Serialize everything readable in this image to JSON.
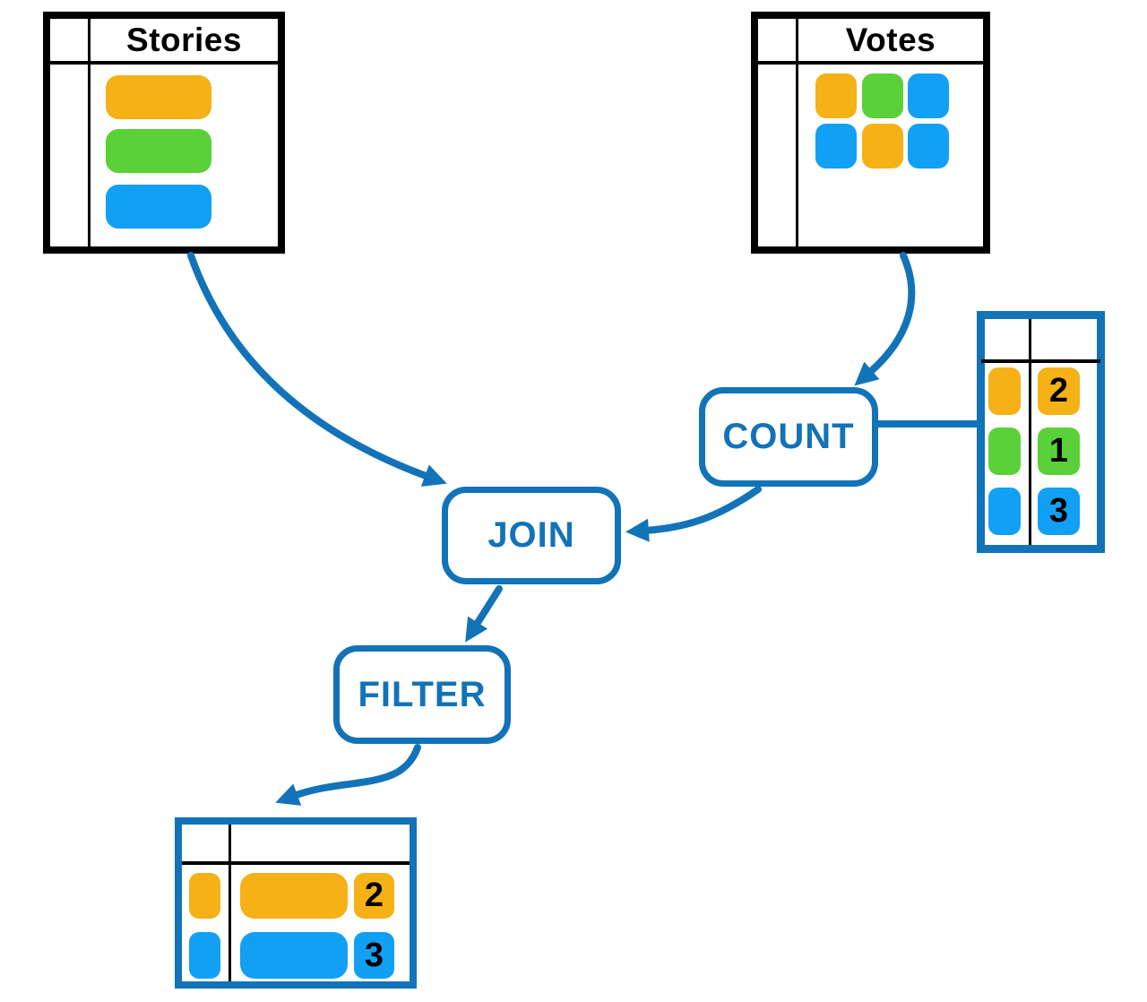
{
  "palette": {
    "orange": "#F5B116",
    "green": "#5BD139",
    "blue": "#12A0F5",
    "stroke-blue": "#1273B8",
    "table-border-black": "#000000",
    "background": "#FFFFFF"
  },
  "tables": {
    "stories": {
      "title": "Stories",
      "rows": [
        {
          "color": "orange"
        },
        {
          "color": "green"
        },
        {
          "color": "blue"
        }
      ]
    },
    "votes": {
      "title": "Votes",
      "cells": [
        {
          "color": "orange"
        },
        {
          "color": "green"
        },
        {
          "color": "blue"
        },
        {
          "color": "blue"
        },
        {
          "color": "orange"
        },
        {
          "color": "blue"
        }
      ]
    },
    "counts": {
      "rows": [
        {
          "color": "orange",
          "count": "2"
        },
        {
          "color": "green",
          "count": "1"
        },
        {
          "color": "blue",
          "count": "3"
        }
      ]
    },
    "result": {
      "rows": [
        {
          "color": "orange",
          "count": "2"
        },
        {
          "color": "blue",
          "count": "3"
        }
      ]
    }
  },
  "nodes": {
    "count": {
      "label": "COUNT"
    },
    "join": {
      "label": "JOIN"
    },
    "filter": {
      "label": "FILTER"
    }
  }
}
